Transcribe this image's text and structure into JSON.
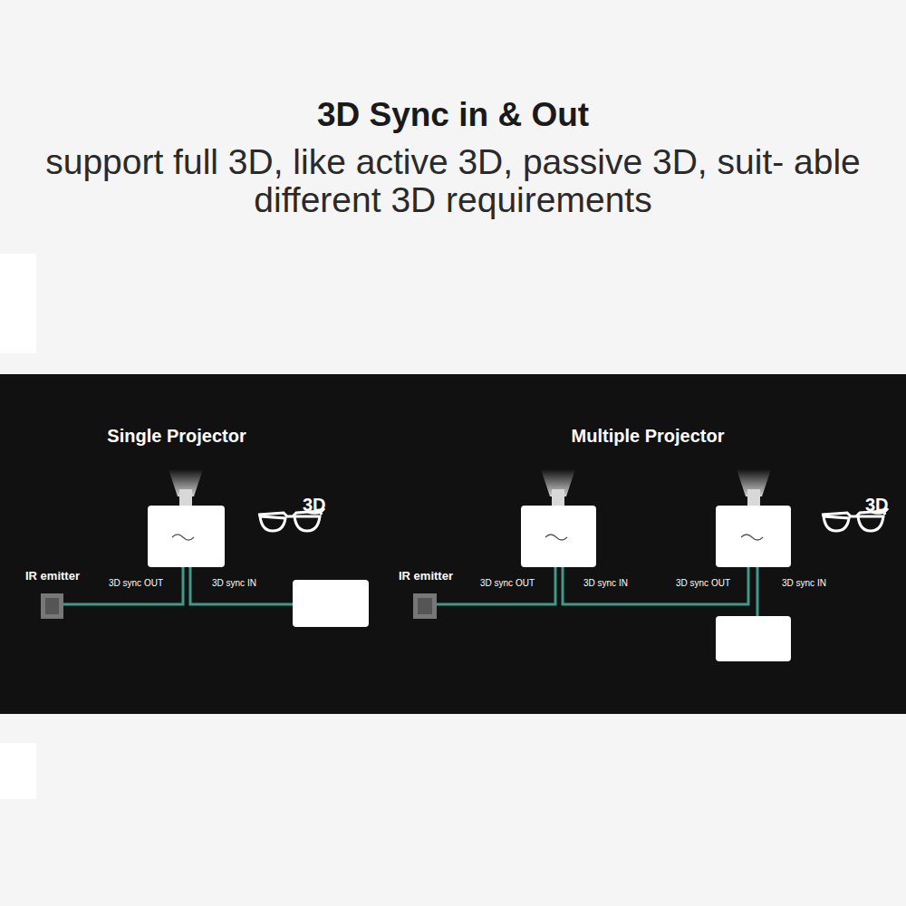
{
  "diagram": {
    "title": "3D Sync in & Out",
    "caption": "support full 3D, like active 3D, passive 3D, suit- able different 3D requirements",
    "labels": [
      "Single Projector",
      "3D",
      "IR emitter",
      "3D sync OUT",
      "3D sync IN",
      "Multiple Projector",
      "3D",
      "IR emitter",
      "3D sync OUT",
      "3D sync IN",
      "3D sync OUT",
      "3D sync IN"
    ]
  }
}
